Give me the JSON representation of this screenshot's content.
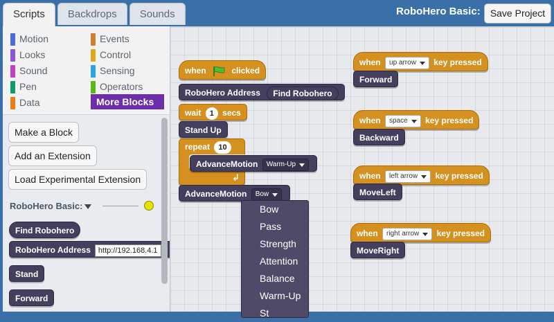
{
  "tabs": [
    "Scripts",
    "Backdrops",
    "Sounds"
  ],
  "project": {
    "title": "RoboHero Basic:",
    "save_label": "Save Project"
  },
  "categories": [
    {
      "label": "Motion",
      "color": "#4a6cd4"
    },
    {
      "label": "Looks",
      "color": "#8a55d7"
    },
    {
      "label": "Sound",
      "color": "#bb42c3"
    },
    {
      "label": "Pen",
      "color": "#0e9a6c"
    },
    {
      "label": "Data",
      "color": "#ee7d16"
    },
    {
      "label": "Events",
      "color": "#c88330"
    },
    {
      "label": "Control",
      "color": "#e1a91a"
    },
    {
      "label": "Sensing",
      "color": "#2ca5e2"
    },
    {
      "label": "Operators",
      "color": "#5cb712"
    },
    {
      "label": "More Blocks",
      "color": "#632d99"
    }
  ],
  "palette": {
    "make_block": "Make a Block",
    "add_extension": "Add an Extension",
    "load_experimental": "Load Experimental Extension",
    "extension_name": "RoboHero Basic:",
    "blocks": {
      "find": "Find Robohero",
      "address_label": "RoboHero Address",
      "address_value": "http://192.168.4.1",
      "stand": "Stand",
      "forward": "Forward"
    }
  },
  "scripts": {
    "main": {
      "when": "when",
      "clicked": "clicked",
      "address_label": "RoboHero Address",
      "find": "Find Robohero",
      "wait": "wait",
      "wait_value": "1",
      "secs": "secs",
      "stand_up": "Stand Up",
      "repeat": "repeat",
      "repeat_value": "10",
      "advance_inner": "AdvanceMotion",
      "advance_inner_value": "Warm-Up",
      "advance_outer": "AdvanceMotion",
      "advance_outer_value": "Bow"
    },
    "key_scripts": [
      {
        "when": "when",
        "key": "up arrow",
        "pressed": "key pressed",
        "action": "Forward"
      },
      {
        "when": "when",
        "key": "space",
        "pressed": "key pressed",
        "action": "Backward"
      },
      {
        "when": "when",
        "key": "left arrow",
        "pressed": "key pressed",
        "action": "MoveLeft"
      },
      {
        "when": "when",
        "key": "right arrow",
        "pressed": "key pressed",
        "action": "MoveRight"
      }
    ]
  },
  "motion_menu": [
    "Bow",
    "Pass",
    "Strength",
    "Attention",
    "Balance",
    "Warm-Up",
    "St"
  ]
}
